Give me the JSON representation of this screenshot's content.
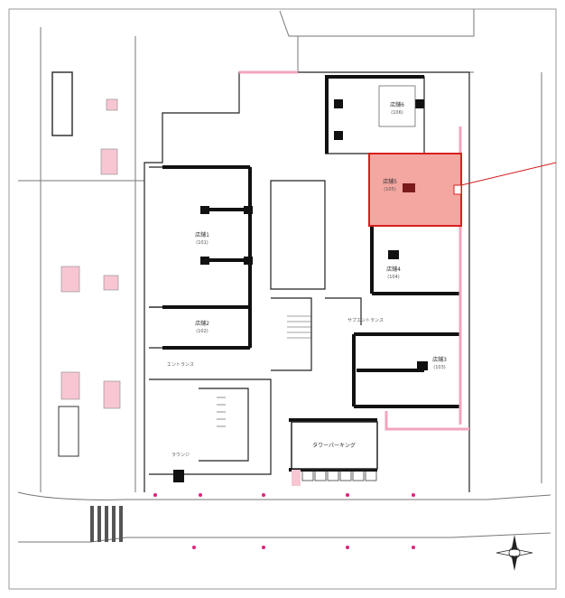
{
  "plan": {
    "highlight_color": "#f4a6a0",
    "highlight_border": "#d62020",
    "pink_color": "#f7c6d2",
    "stores": [
      {
        "name": "店舗1",
        "number": "(101)"
      },
      {
        "name": "店舗2",
        "number": "(102)"
      },
      {
        "name": "店舗3",
        "number": "(103)"
      },
      {
        "name": "店舗4",
        "number": "(104)"
      },
      {
        "name": "店舗5",
        "number": "(105)"
      },
      {
        "name": "店舗6",
        "number": "(106)"
      }
    ],
    "tower_parking": "タワーパーキング",
    "entrance": "エントランス",
    "sub_entrance": "サブエントランス",
    "lounge": "ラウンジ"
  }
}
